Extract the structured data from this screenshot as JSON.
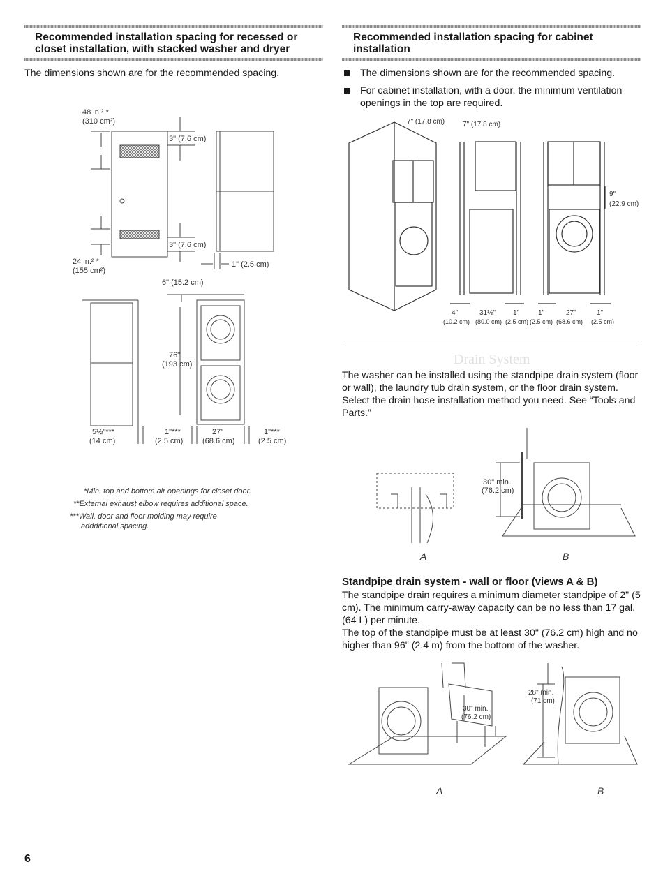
{
  "left": {
    "heading": "Recommended installation spacing for recessed or closet installation, with stacked washer and dryer",
    "intro": "The dimensions shown are for the recommended spacing.",
    "door_diagram": {
      "top_area": "48 in.² *",
      "top_area_cm": "(310 cm²)",
      "top_gap": "3\" (7.6 cm)",
      "bottom_gap": "3\" (7.6 cm)",
      "bottom_area": "24 in.² *",
      "bottom_area_cm": "(155 cm²)",
      "side_gap": "1\" (2.5 cm)"
    },
    "front_diagram": {
      "top_clearance": "6\" (15.2 cm)",
      "height": "76\"",
      "height_cm": "(193 cm)",
      "rear_gap": "5½\"***",
      "rear_gap_cm": "(14 cm)",
      "left_gap": "1\"***",
      "left_gap_cm": "(2.5 cm)",
      "width": "27\"",
      "width_cm": "(68.6 cm)",
      "right_gap": "1\"***",
      "right_gap_cm": "(2.5 cm)"
    },
    "footnotes": [
      "*Min. top and bottom air openings for closet door.",
      "**External exhaust elbow requires additional space.",
      "***Wall, door and floor molding may require",
      "addditional spacing."
    ]
  },
  "right": {
    "heading": "Recommended installation spacing for cabinet installation",
    "bullets": [
      "The dimensions shown are for the recommended spacing.",
      "For cabinet installation, with a door, the minimum ventilation openings in the top are required."
    ],
    "cabinet_diagram": {
      "top_opening_left": "7\" (17.8 cm)",
      "top_opening_right": "7\" (17.8 cm)",
      "shelf_gap": "9\"",
      "shelf_gap_cm": "(22.9 cm)",
      "dims_in": [
        "4\"",
        "31½\"",
        "1\"",
        "1\"",
        "27\"",
        "1\""
      ],
      "dims_cm": [
        "(10.2 cm)",
        "(80.0 cm)",
        "(2.5 cm)",
        "(2.5 cm)",
        "(68.6 cm)",
        "(2.5 cm)"
      ]
    },
    "section_title": "Drain System",
    "drain_intro": "The washer can be installed using the standpipe drain system (floor or wall), the laundry tub drain system, or the floor drain system. Select the drain hose installation method you need. See “Tools and Parts.”",
    "fig1": {
      "height": "30\" min.",
      "height_cm": "(76.2 cm)",
      "label_a": "A",
      "label_b": "B"
    },
    "standpipe_heading": "Standpipe drain system - wall or floor (views A & B)",
    "standpipe_p1": "The standpipe drain requires a minimum diameter standpipe of 2\" (5 cm). The minimum carry-away capacity can be no less than 17 gal. (64 L) per minute.",
    "standpipe_p2": "The top of the standpipe must be at least 30\" (76.2 cm) high and no higher than 96\" (2.4 m) from the bottom of the washer.",
    "fig2": {
      "tub_height": "30\" min.",
      "tub_height_cm": "(76.2 cm)",
      "floor_height": "28\" min.",
      "floor_height_cm": "(71 cm)",
      "label_a": "A",
      "label_b": "B"
    }
  },
  "page_number": "6"
}
